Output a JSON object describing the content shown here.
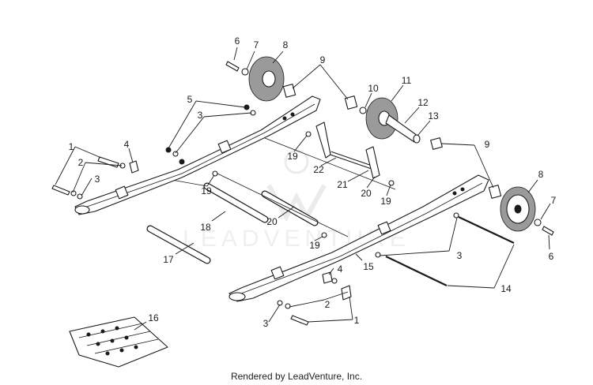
{
  "watermark": {
    "text": "LEADVENTURE"
  },
  "callouts": {
    "c1a": "1",
    "c1b": "1",
    "c2a": "2",
    "c2b": "2",
    "c3a": "3",
    "c3b": "3",
    "c3c": "3",
    "c3d": "3",
    "c4a": "4",
    "c4b": "4",
    "c5": "5",
    "c6a": "6",
    "c6b": "6",
    "c7a": "7",
    "c7b": "7",
    "c8a": "8",
    "c8b": "8",
    "c9a": "9",
    "c9b": "9",
    "c10": "10",
    "c11": "11",
    "c12": "12",
    "c13": "13",
    "c14": "14",
    "c15": "15",
    "c16": "16",
    "c17": "17",
    "c18": "18",
    "c19a": "19",
    "c19b": "19",
    "c19c": "19",
    "c19d": "19",
    "c20a": "20",
    "c20b": "20",
    "c21": "21",
    "c22": "22"
  },
  "footer": {
    "text": "Rendered by LeadVenture, Inc."
  }
}
